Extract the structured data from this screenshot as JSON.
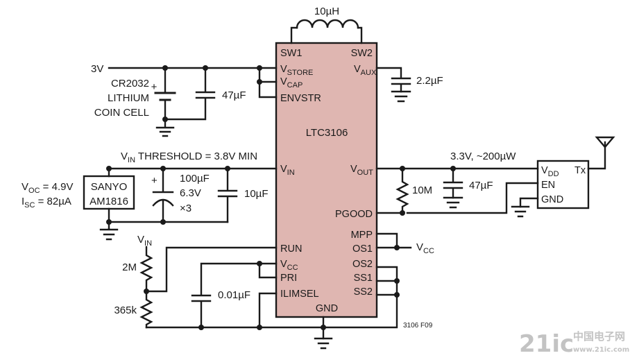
{
  "ic": {
    "part": "LTC3106",
    "body_color": "#dfb6b1",
    "pins_left": {
      "sw1": "SW1",
      "vstore": {
        "main": "V",
        "sub": "STORE"
      },
      "vcap": {
        "main": "V",
        "sub": "CAP"
      },
      "envstr": "ENVSTR",
      "vin": {
        "main": "V",
        "sub": "IN"
      },
      "run": "RUN",
      "vcc": {
        "main": "V",
        "sub": "CC"
      },
      "pri": "PRI",
      "ilimsel": "ILIMSEL"
    },
    "pins_right": {
      "sw2": "SW2",
      "vaux": {
        "main": "V",
        "sub": "AUX"
      },
      "vout": {
        "main": "V",
        "sub": "OUT"
      },
      "pgood": "PGOOD",
      "mpp": "MPP",
      "os1": "OS1",
      "os2": "OS2",
      "ss1": "SS1",
      "ss2": "SS2"
    },
    "pin_bottom": "GND"
  },
  "labels": {
    "inductor": "10µH",
    "battery_voltage": "3V",
    "battery_type": [
      "CR2032",
      "LITHIUM",
      "COIN CELL"
    ],
    "cap_store": "47µF",
    "cap_aux": "2.2µF",
    "vin_threshold": {
      "main": "V",
      "sub": "IN",
      "rest": " THRESHOLD = 3.8V MIN"
    },
    "cap_in_big": [
      "100µF",
      "6.3V",
      "×3"
    ],
    "cap_in_small": "10µF",
    "solar_part": [
      "SANYO",
      "AM1816"
    ],
    "voc": {
      "main": "V",
      "sub": "OC",
      "rest": " = 4.9V"
    },
    "isc": {
      "main": "I",
      "sub": "SC",
      "rest": " = 82µA"
    },
    "vout_spec": "3.3V, ~200µW",
    "res_pgood": "10M",
    "cap_out": "47µF",
    "vin_divider": {
      "main": "V",
      "sub": "IN"
    },
    "res_top": "2M",
    "res_bottom": "365k",
    "cap_vcc": "0.01µF",
    "vcc_out": {
      "main": "V",
      "sub": "CC"
    },
    "plus_sign": "+",
    "figure_id": "3106 F09"
  },
  "load": {
    "vdd": {
      "main": "V",
      "sub": "DD"
    },
    "en": "EN",
    "gnd": "GND",
    "tx": "Tx"
  },
  "watermark": {
    "brand": "21ic",
    "cn_line1": "中国电子网",
    "cn_line2": "www.21ic.com"
  }
}
